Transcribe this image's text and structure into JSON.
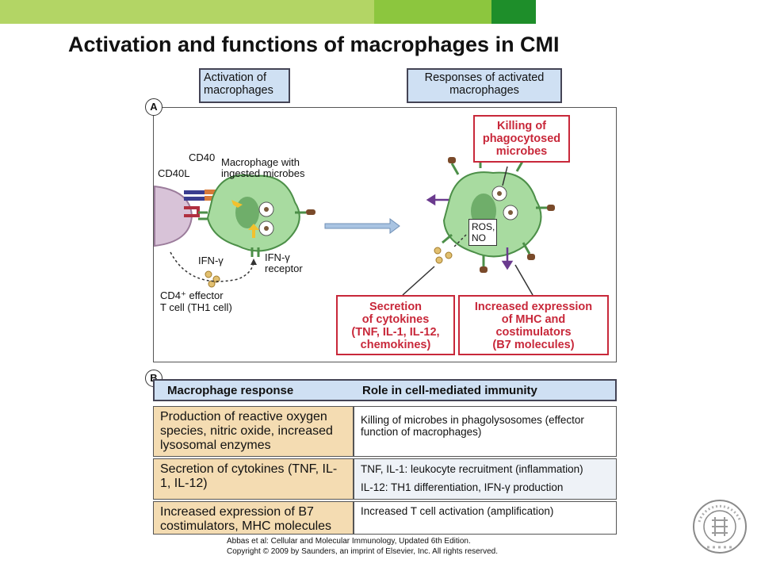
{
  "slide": {
    "title": "Activation and functions of macrophages in CMI",
    "colors": {
      "bar_light": "#b3d565",
      "bar_mid": "#8cc63e",
      "bar_dark": "#1e8e2a"
    }
  },
  "panel_a": {
    "label": "A",
    "left_header": "Activation of macrophages",
    "right_header": "Responses of activated macrophages",
    "labels": {
      "cd40": "CD40",
      "cd40l": "CD40L",
      "macrophage_line1": "Macrophage with",
      "macrophage_line2": "ingested microbes",
      "ifn_gamma": "IFN-γ",
      "ifn_receptor_line1": "IFN-γ",
      "ifn_receptor_line2": "receptor",
      "cd4_line1": "CD4⁺ effector",
      "cd4_line2": "T cell (TH1 cell)",
      "ros": "ROS,",
      "no": "NO"
    },
    "responses": {
      "killing": [
        "Killing of",
        "phagocytosed",
        "microbes"
      ],
      "secretion": [
        "Secretion",
        "of cytokines",
        "(TNF, IL-1, IL-12,",
        "chemokines)"
      ],
      "expression": [
        "Increased expression",
        "of MHC and",
        "costimulators",
        "(B7 molecules)"
      ]
    }
  },
  "panel_b": {
    "label": "B",
    "col_headers": [
      "Macrophage response",
      "Role in cell-mediated immunity"
    ],
    "rows": [
      {
        "response": "Production of reactive oxygen species, nitric oxide, increased lysosomal enzymes",
        "role": [
          "Killing of microbes in phagolysosomes (effector function of macrophages)"
        ]
      },
      {
        "response": "Secretion of cytokines (TNF, IL-1, IL-12)",
        "role": [
          "TNF, IL-1: leukocyte recruitment (inflammation)",
          "IL-12: TH1 differentiation, IFN-γ production"
        ]
      },
      {
        "response": "Increased expression of B7 costimulators, MHC molecules",
        "role": [
          "Increased T cell activation (amplification)"
        ]
      }
    ]
  },
  "credit": {
    "line1": "Abbas et al: Cellular and Molecular Immunology, Updated 6th Edition.",
    "line2": "Copyright © 2009 by Saunders, an imprint of Elsevier, Inc. All rights reserved."
  },
  "seal": {
    "text": "FUDAN UNIVERSITY",
    "year": "1905"
  }
}
